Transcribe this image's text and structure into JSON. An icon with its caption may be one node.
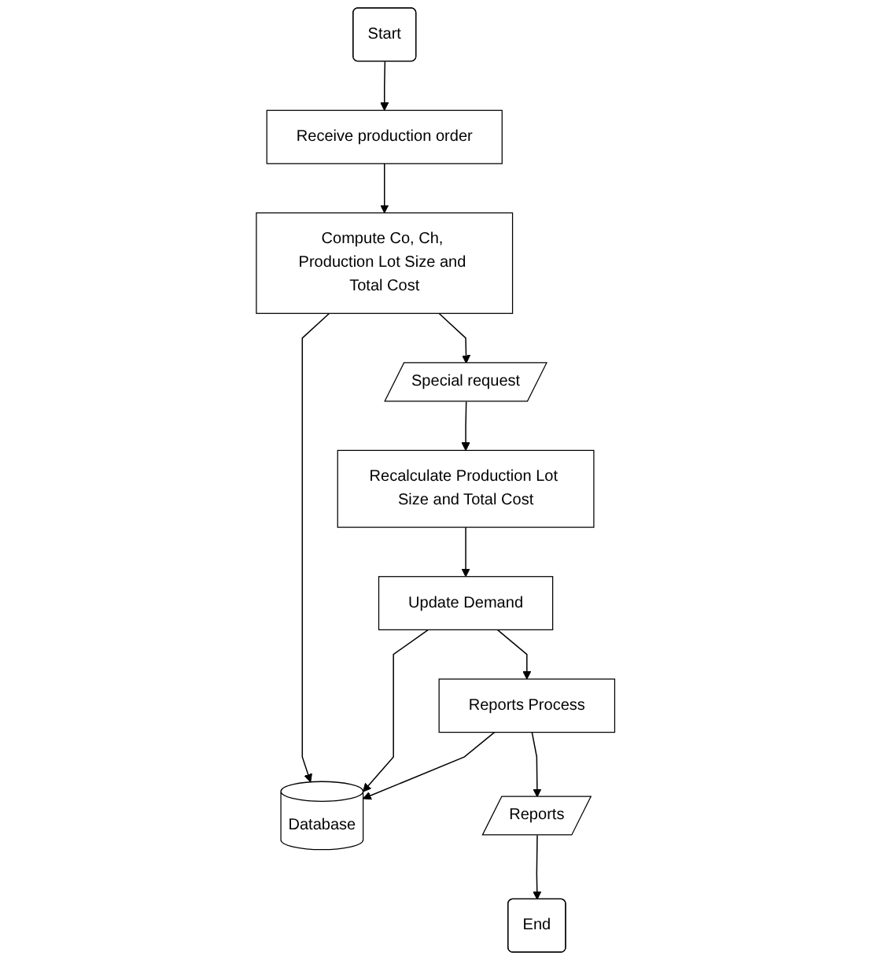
{
  "diagram": {
    "nodes": [
      {
        "text": [
          "Start"
        ]
      },
      {
        "text": [
          "Receive production order"
        ]
      },
      {
        "text": [
          "Compute Co, Ch, Production Lot Size and Total Cost"
        ]
      },
      {
        "text": [
          "Database"
        ]
      },
      {
        "text": [
          "Special request"
        ]
      },
      {
        "text": [
          "Recalculate Production Lot Size and Total Cost"
        ]
      },
      {
        "text": [
          "Update Demand"
        ]
      },
      {
        "text": [
          "Reports Process"
        ]
      },
      {
        "text": [
          "Reports"
        ]
      },
      {
        "text": [
          "End"
        ]
      }
    ],
    "edges": [
      {
        "from": 0,
        "to": 1,
        "arrow": "to"
      },
      {
        "from": 1,
        "to": 2,
        "arrow": "to"
      },
      {
        "from": 2,
        "to": 3,
        "arrow": "to"
      },
      {
        "from": 2,
        "to": 4,
        "arrow": "to"
      },
      {
        "from": 4,
        "to": 5,
        "arrow": "to"
      },
      {
        "from": 5,
        "to": 6,
        "arrow": "to"
      },
      {
        "from": 6,
        "to": 3,
        "arrow": "to"
      },
      {
        "from": 6,
        "to": 7,
        "arrow": "to"
      },
      {
        "from": 7,
        "to": 3,
        "arrow": "to"
      },
      {
        "from": 7,
        "to": 8,
        "arrow": "to"
      },
      {
        "from": 8,
        "to": 9,
        "arrow": "to"
      }
    ]
  }
}
